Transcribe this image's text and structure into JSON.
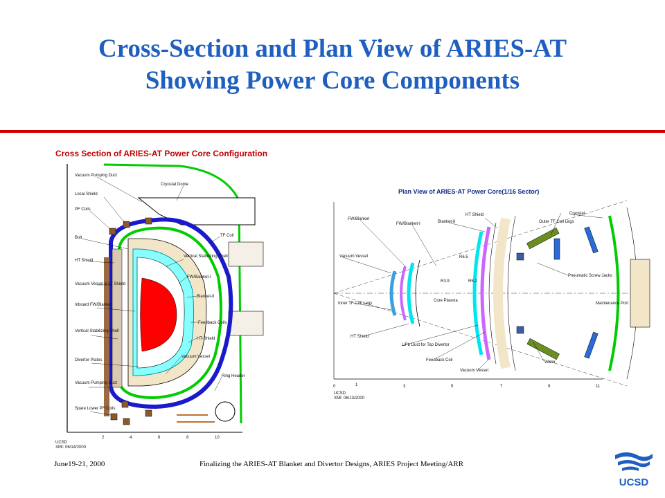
{
  "title": {
    "line1": "Cross-Section and Plan View of ARIES-AT",
    "line2": "Showing Power Core Components"
  },
  "colors": {
    "title": "#1f5fbf",
    "rule": "#d40000",
    "plasma": "#ff0000",
    "shield_green": "#00cc00",
    "vessel_blue": "#0000cc",
    "blanket_cyan": "#00ffff"
  },
  "left_diagram": {
    "heading": "Cross Section of ARIES-AT Power Core Configuration",
    "labels": {
      "vacuum_pumping_duct_top": "Vacuum Pumping Duct",
      "cryostat_dome": "Cryostat Dome",
      "local_shield": "Local Shield",
      "pf_coils": "PF Coils",
      "tf_coil": "TF Coil",
      "bolt": "Bolt",
      "vertical_stabilizing_shell_right": "Vertical Stabilizing Shell",
      "ht_shield": "HT Shield",
      "fw_blanket_1": "FW/Bainket-I",
      "vacuum_vessel_lt": "Vacuum Vessel & LT Shield",
      "blanket_2": "Blanket-II",
      "inboard_fw_blanket": "Inboard FW/Blanket",
      "feedback_coils": "Feedback Coils",
      "vertical_stabilizing_shell_left": "Vertical Stabilizing Shell",
      "ht_shield_right": "HT-Shield",
      "divertor_plates": "Divertor Plates",
      "vacuum_vessel": "Vacuum Vessel",
      "vacuum_pumping_duct_bottom": "Vacuum Pumping Duct",
      "ring_header": "Ring Header",
      "spare_lower_pf_coils": "Spare Lower PF Coils"
    },
    "stamp": [
      "UCSD",
      "XMI: 06/14/2000"
    ],
    "ticks": [
      "2",
      "4",
      "6",
      "8",
      "10"
    ]
  },
  "right_diagram": {
    "heading": "Plan View of ARIES-AT Power Core(1/16 Sector)",
    "labels": {
      "fw_blanket": "FW/Blanket",
      "fw_blanket_1": "FW/Blanket-I",
      "blanket_2": "Blanket-II",
      "ht_shield_top": "HT Shield",
      "cryostat": "Cryostat",
      "outer_tf_coil_legs": "Outer TF Coil Legs",
      "vacuum_vessel_left": "Vacuum Vessel",
      "r65": "R6.5",
      "r39": "R3.9",
      "r52": "R5.2",
      "pneumatic_screw_jacks": "Pneumatic Screw Jacks",
      "core_plasma": "Core Plasma",
      "maintenance_port": "Maintenance Port",
      "inner_tf_coil_legs": "Inner TF Coil Legs",
      "ht_shield_bottom": "HT Shield",
      "lipb_duct": "LiPb Duct for Top Divertor",
      "feedback_coil": "Feedback Coil",
      "vacuum_vessel_bottom": "Vacuum Vessel",
      "water": "Water"
    },
    "ticks": [
      "0",
      "1",
      "3",
      "5",
      "7",
      "9",
      "11"
    ],
    "stamp": [
      "UCSD",
      "XMI: 06/13/2000"
    ]
  },
  "footer": {
    "date": "June19-21, 2000",
    "caption": "Finalizing the ARIES-AT Blanket and Divertor Designs,  ARIES Project Meeting/ARR"
  },
  "logo": {
    "text": "UCSD"
  }
}
